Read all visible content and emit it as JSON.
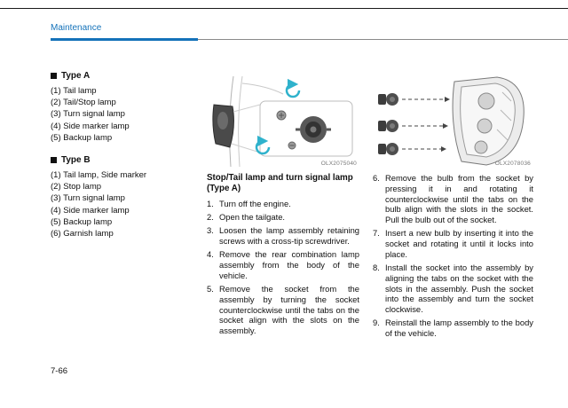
{
  "header": {
    "section_title": "Maintenance"
  },
  "left_column": {
    "type_a": {
      "title": "Type A",
      "items": [
        "(1) Tail lamp",
        "(2) Tail/Stop lamp",
        "(3) Turn signal lamp",
        "(4) Side marker lamp",
        "(5) Backup lamp"
      ]
    },
    "type_b": {
      "title": "Type B",
      "items": [
        "(1) Tail lamp, Side marker",
        "(2) Stop lamp",
        "(3) Turn signal lamp",
        "(4) Side marker lamp",
        "(5) Backup lamp",
        "(6) Garnish lamp"
      ]
    }
  },
  "middle_column": {
    "figure_caption": "OLX2075040",
    "heading": "Stop/Tail lamp and turn signal lamp (Type A)",
    "steps": [
      {
        "num": "1.",
        "text": "Turn off the engine."
      },
      {
        "num": "2.",
        "text": "Open the tailgate."
      },
      {
        "num": "3.",
        "text": "Loosen the lamp assembly retaining screws with a cross-tip screwdriver."
      },
      {
        "num": "4.",
        "text": "Remove the rear combination lamp assembly from the body of the vehicle."
      },
      {
        "num": "5.",
        "text": "Remove the socket from the assembly by turning the socket counterclockwise until the tabs on the socket align with the slots on the assembly."
      }
    ]
  },
  "right_column": {
    "figure_caption": "OLX2078036",
    "steps": [
      {
        "num": "6.",
        "text": "Remove the bulb from the socket by pressing it in and rotating it counterclockwise until the tabs on the bulb align with the slots in the socket. Pull the bulb out of the socket."
      },
      {
        "num": "7.",
        "text": "Insert a new bulb by inserting it into the socket and rotating it until it locks into place."
      },
      {
        "num": "8.",
        "text": "Install the socket into the assembly by aligning the tabs on the socket with the slots in the assembly. Push the socket into the assembly and turn the socket clockwise."
      },
      {
        "num": "9.",
        "text": "Reinstall the lamp assembly to the body of the vehicle."
      }
    ]
  },
  "footer": {
    "page_number": "7-66"
  },
  "colors": {
    "accent_blue": "#1472b9",
    "teal_arrow": "#2fb2cc"
  }
}
